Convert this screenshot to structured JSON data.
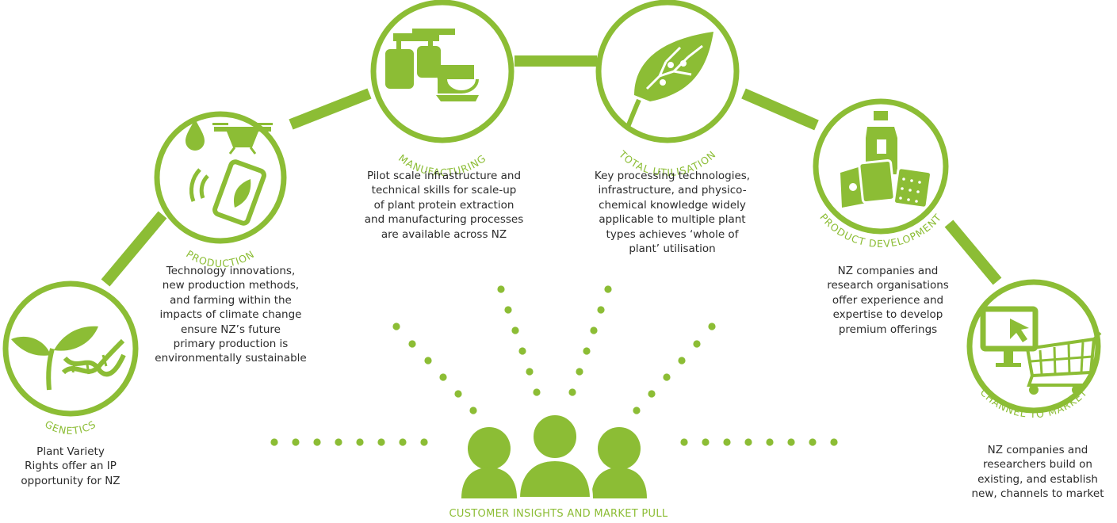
{
  "colors": {
    "accent": "#8cbd35",
    "text": "#2b2b2b",
    "background": "#ffffff"
  },
  "stages": [
    {
      "id": "genetics",
      "label": "GENETICS",
      "icon": "plant-dna-icon",
      "description": [
        "Plant Variety",
        "Rights offer an IP",
        "opportunity for NZ"
      ]
    },
    {
      "id": "production",
      "label": "PRODUCTION",
      "icon": "drone-phone-icon",
      "description": [
        "Technology innovations,",
        "new production methods,",
        "and farming within the",
        "impacts of climate change",
        "ensure NZ’s future",
        "primary production is",
        "environmentally sustainable"
      ]
    },
    {
      "id": "manufacturing",
      "label": "MANUFACTURING",
      "icon": "factory-mixer-icon",
      "description": [
        "Pilot scale infrastructure and",
        "technical skills for scale-up",
        "of plant protein extraction",
        "and manufacturing processes",
        "are available across NZ"
      ]
    },
    {
      "id": "total-utilisation",
      "label": "TOTAL UTILISATION",
      "icon": "puzzle-leaf-icon",
      "description": [
        "Key processing technologies,",
        "infrastructure, and physico-",
        "chemical knowledge widely",
        "applicable to multiple plant",
        "types achieves ‘whole of",
        "plant’ utilisation"
      ]
    },
    {
      "id": "product-development",
      "label": "PRODUCT DEVELOPMENT",
      "icon": "food-products-icon",
      "description": [
        "NZ companies and",
        "research organisations",
        "offer experience and",
        "expertise to develop",
        "premium offerings"
      ]
    },
    {
      "id": "channel-to-market",
      "label": "CHANNEL TO MARKET",
      "icon": "cart-screen-icon",
      "description": [
        "NZ companies and",
        "researchers build on",
        "existing, and establish",
        "new, channels to market"
      ]
    }
  ],
  "footer": {
    "caption": "CUSTOMER INSIGHTS AND MARKET PULL",
    "icon": "people-group-icon"
  }
}
